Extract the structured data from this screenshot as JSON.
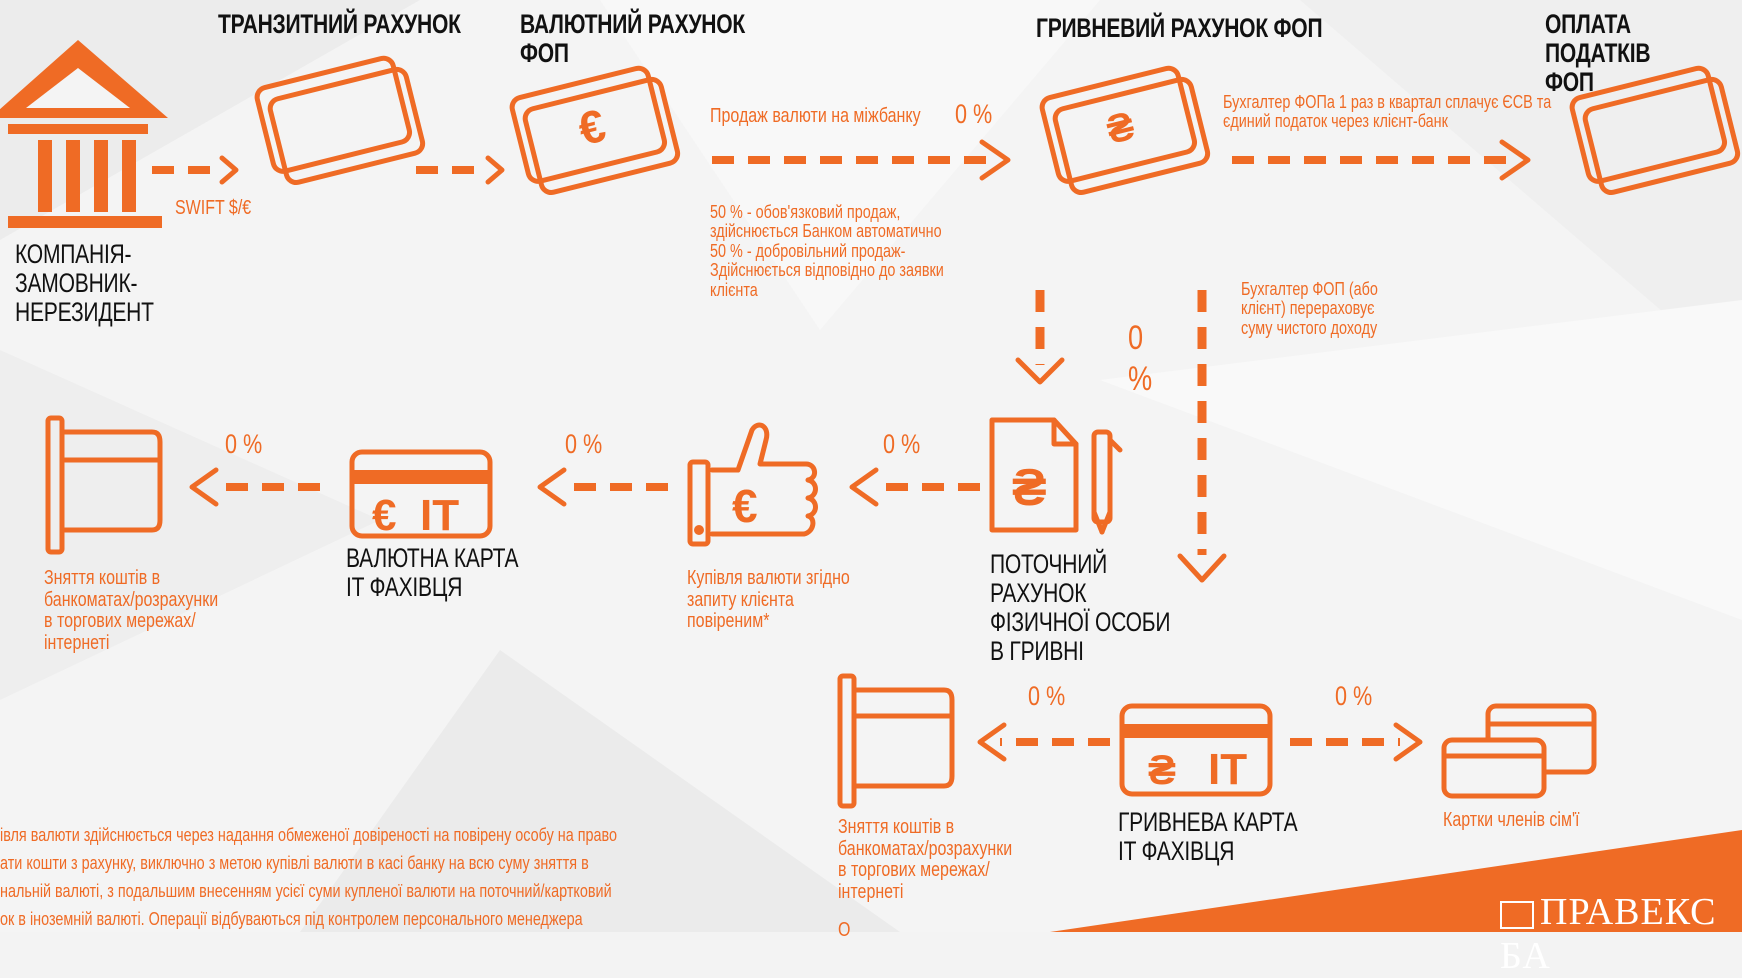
{
  "headers": {
    "transit": "ТРАНЗИТНИЙ РАХУНОК",
    "currency_account": "ВАЛЮТНИЙ РАХУНОК\nФОП",
    "hryvnia_account": "ГРИВНЕВИЙ РАХУНОК ФОП",
    "tax_payment": "ОПЛАТА ПОДАТКІВ\nФОП"
  },
  "company": "КОМПАНІЯ-\nЗАМОВНИК-\nНЕРЕЗИДЕНТ",
  "swift": "SWIFT $/€",
  "fx_sale": {
    "label": "Продаж валюти на міжбанку",
    "pct": "0 %"
  },
  "sale_notes": "50 % - обов'язковий продаж,\nздійснюється Банком автоматично\n50 % - добровільний продаж-\nЗдійснюється відповідно до заявки\nклієнта",
  "accountant_tax": "Бухгалтер ФОПа 1 раз в квартал сплачує  ЄСВ та\nєдиний податок через клієнт-банк",
  "accountant_transfer": "Бухгалтер ФОП (або\nклієнт) перераховує\nсуму чистого доходу",
  "vertical_pct": "0\n%",
  "current_account": "ПОТОЧНИЙ\nРАХУНОК\nФІЗИЧНОЇ ОСОБИ\nВ ГРИВНІ",
  "pct_labels": [
    "0 %",
    "0 %",
    "0 %",
    "0 %",
    "0 %"
  ],
  "currency_purchase": "Купівля валюти згідно\nзапиту клієнта\nповіреним*",
  "currency_card": "ВАЛЮТНА КАРТА\nIT ФАХІВЦЯ",
  "hryvnia_card": "ГРИВНЕВА КАРТА\nIT ФАХІВЦЯ",
  "withdraw": "Зняття коштів в\nбанкоматах/розрахунки\nв торгових мережах/\nінтернеті",
  "family_cards": "Картки членів сім'ї",
  "footnote": "івля валюти здійснюється через надання обмеженої довіреності на повірену особу на право\nати кошти з рахунку, виключно з метою купівлі валюти в касі банку на всю суму зняття в\nнальній валюті, з подальшим внесенням усієї суми купленої валюти на поточний/картковий\nок в іноземній валюті. Операції відбуваються під контролем  персонального менеджера",
  "bottom_partial": "О",
  "bank_logo": "ПРАВЕКС БА",
  "icon_glyphs": {
    "euro": "€",
    "hryvnia": "₴",
    "it": "IT"
  },
  "colors": {
    "accent": "#ef6b25",
    "heading": "#111111",
    "background": "#f3f3f3"
  }
}
